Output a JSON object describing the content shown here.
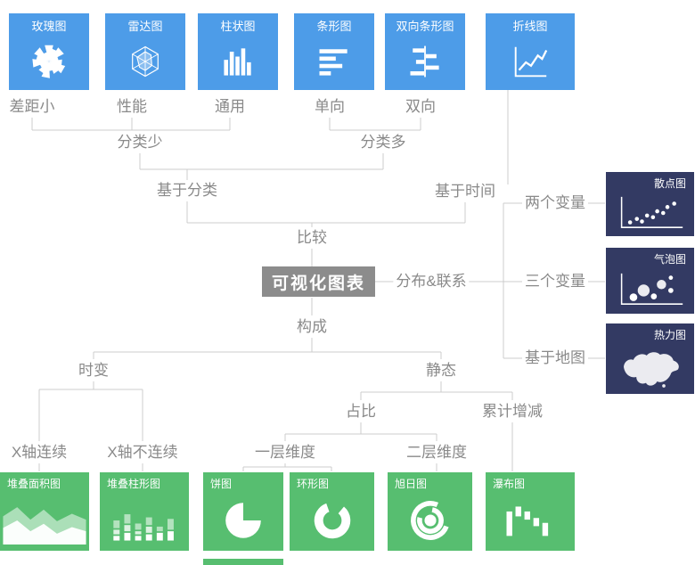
{
  "root": {
    "label": "可视化图表"
  },
  "palette": {
    "card_blue": "#4D9CE8",
    "card_green": "#57BE70",
    "card_navy": "#333A63",
    "root_bg": "#8C8C8C",
    "label_text": "#8A8A8A",
    "connector": "#CCCCCC"
  },
  "top_cards": [
    {
      "label": "玫瑰图",
      "icon": "rose-chart-icon"
    },
    {
      "label": "雷达图",
      "icon": "radar-chart-icon"
    },
    {
      "label": "柱状图",
      "icon": "column-chart-icon"
    },
    {
      "label": "条形图",
      "icon": "bar-chart-icon"
    },
    {
      "label": "双向条形图",
      "icon": "diverging-bar-chart-icon"
    },
    {
      "label": "折线图",
      "icon": "line-chart-icon"
    }
  ],
  "top_tags": [
    "差距小",
    "性能",
    "通用",
    "单向",
    "双向"
  ],
  "nodes": {
    "few_categories": "分类少",
    "many_categories": "分类多",
    "by_category": "基于分类",
    "by_time": "基于时间",
    "compare": "比较",
    "distribution_relation": "分布&联系",
    "two_variables": "两个变量",
    "three_variables": "三个变量",
    "map_based": "基于地图",
    "composition": "构成",
    "time_varying": "时变",
    "static": "静态",
    "proportion": "占比",
    "cumulative_change": "累计增减",
    "x_continuous": "X轴连续",
    "x_discontinuous": "X轴不连续",
    "one_dimension": "一层维度",
    "two_dimension": "二层维度"
  },
  "right_cards": [
    {
      "label": "散点图",
      "icon": "scatter-chart-icon"
    },
    {
      "label": "气泡图",
      "icon": "bubble-chart-icon"
    },
    {
      "label": "热力图",
      "icon": "heatmap-chart-icon"
    }
  ],
  "bottom_cards": [
    {
      "label": "堆叠面积图",
      "icon": "stacked-area-chart-icon"
    },
    {
      "label": "堆叠柱形图",
      "icon": "stacked-column-chart-icon"
    },
    {
      "label": "饼图",
      "icon": "pie-chart-icon"
    },
    {
      "label": "环形图",
      "icon": "donut-chart-icon"
    },
    {
      "label": "旭日图",
      "icon": "sunburst-chart-icon"
    },
    {
      "label": "瀑布图",
      "icon": "waterfall-chart-icon"
    }
  ]
}
